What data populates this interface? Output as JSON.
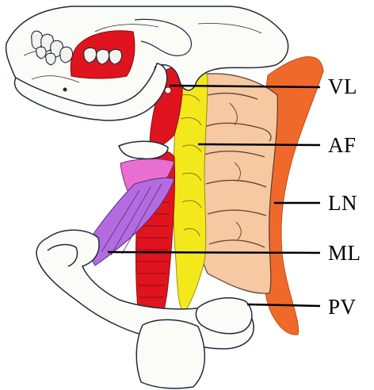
{
  "labels": {
    "vl": "VL",
    "af": "AF",
    "ln": "LN",
    "ml": "ML",
    "pv": "PV"
  },
  "colors": {
    "background": "#ffffff",
    "bone_outline": "#1f2b38",
    "bone_fill": "#fbfbf8",
    "teeth": "#f2f2ee",
    "red_band": "#e0141e",
    "yellow_band": "#f3e81c",
    "orange_muscle": "#ef6a2a",
    "vertebrae_fill": "#f6c9a2",
    "purple_band": "#b46be0",
    "pink_band": "#e86fd0",
    "leader_line": "#000000"
  }
}
